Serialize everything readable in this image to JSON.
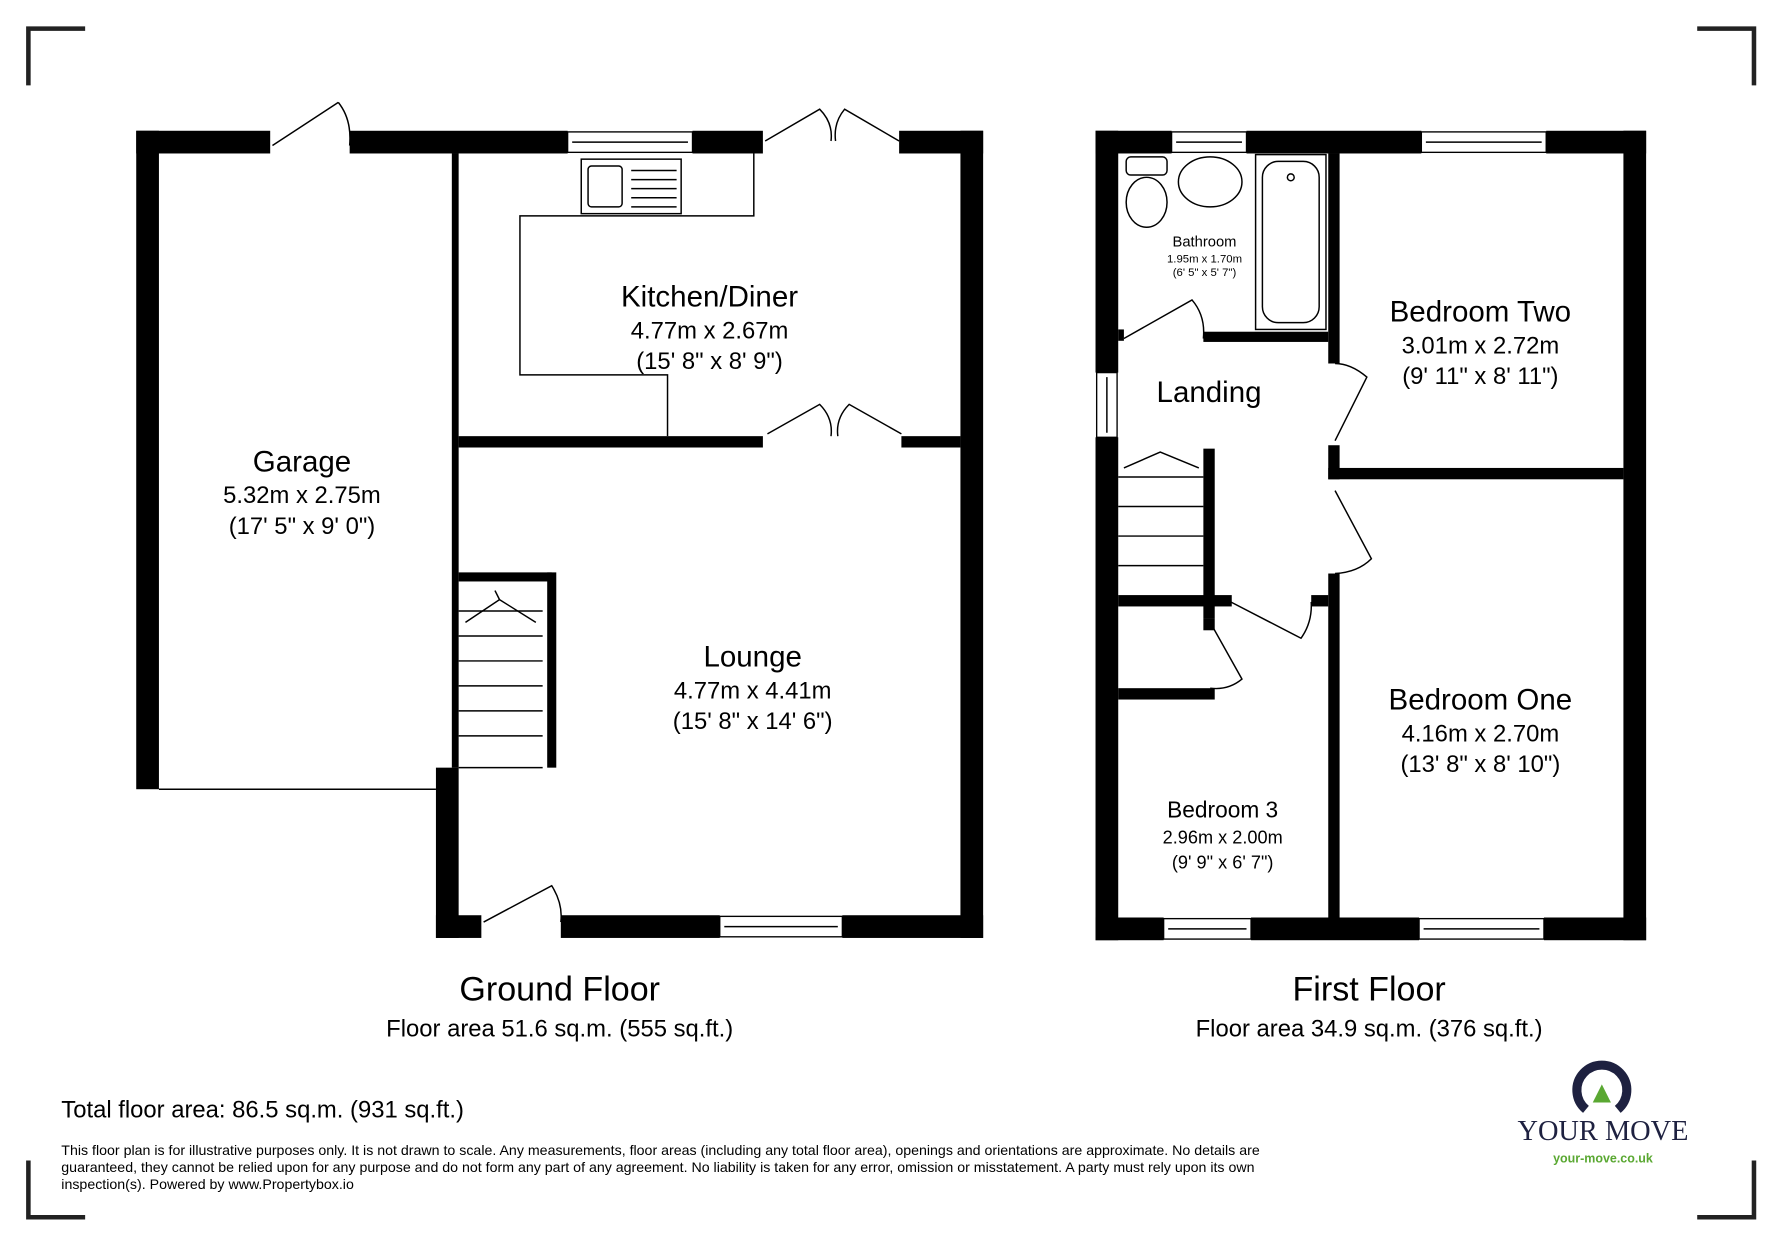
{
  "ground_floor": {
    "title": "Ground Floor",
    "area": "Floor area 51.6 sq.m. (555 sq.ft.)",
    "rooms": [
      {
        "name": "Garage",
        "metric": "5.32m x 2.75m",
        "imperial": "(17' 5\" x 9' 0\")"
      },
      {
        "name": "Kitchen/Diner",
        "metric": "4.77m x 2.67m",
        "imperial": "(15' 8\" x 8' 9\")"
      },
      {
        "name": "Lounge",
        "metric": "4.77m x 4.41m",
        "imperial": "(15' 8\" x 14' 6\")"
      }
    ]
  },
  "first_floor": {
    "title": "First Floor",
    "area": "Floor area 34.9 sq.m. (376 sq.ft.)",
    "rooms": [
      {
        "name": "Bathroom",
        "metric": "1.95m x 1.70m",
        "imperial": "(6' 5\" x 5' 7\")"
      },
      {
        "name": "Landing"
      },
      {
        "name": "Bedroom Two",
        "metric": "3.01m x 2.72m",
        "imperial": "(9' 11\" x 8' 11\")"
      },
      {
        "name": "Bedroom One",
        "metric": "4.16m x 2.70m",
        "imperial": "(13' 8\" x 8' 10\")"
      },
      {
        "name": "Bedroom 3",
        "metric": "2.96m x 2.00m",
        "imperial": "(9' 9\" x 6' 7\")"
      }
    ]
  },
  "total_area": "Total floor area: 86.5 sq.m. (931 sq.ft.)",
  "disclaimer": [
    "This floor plan is for illustrative purposes only. It is not drawn to scale. Any measurements, floor areas (including any total floor area), openings and orientations are approximate. No details are",
    "guaranteed, they cannot be relied upon for any purpose and do not form any part of any agreement. No liability is taken for any error, omission or misstatement. A party must rely upon its own",
    "inspection(s). Powered by www.Propertybox.io"
  ],
  "logo": {
    "name": "YOUR MOVE",
    "url": "your-move.co.uk",
    "navy": "#1e2140",
    "green": "#5aa832"
  }
}
